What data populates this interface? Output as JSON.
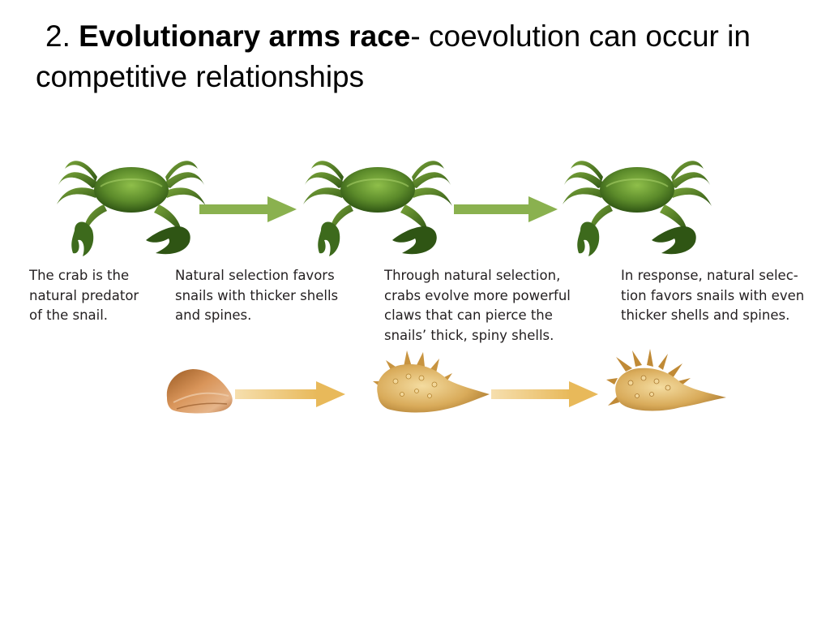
{
  "slide": {
    "title_number": "2.",
    "title_bold": "Evolutionary arms race",
    "title_rest": "- coevolution can  occur in competitive relationships"
  },
  "diagram": {
    "captions": [
      "The crab is the\nnatural predator\nof the snail.",
      "Natural selection favors\nsnails with thicker shells\nand spines.",
      "Through natural selection,\ncrabs evolve more powerful\nclaws that can pierce the\nsnails’ thick, spiny shells.",
      "In response, natural selec-\ntion favors snails with even\nthicker shells and spines."
    ],
    "colors": {
      "crab_body": "#5b8a2a",
      "crab_arrow": "#8ab14f",
      "shell_smooth": "#c27a3a",
      "shell_spiny": "#d8ad5c",
      "shell_arrow": "#e8b95a"
    }
  }
}
